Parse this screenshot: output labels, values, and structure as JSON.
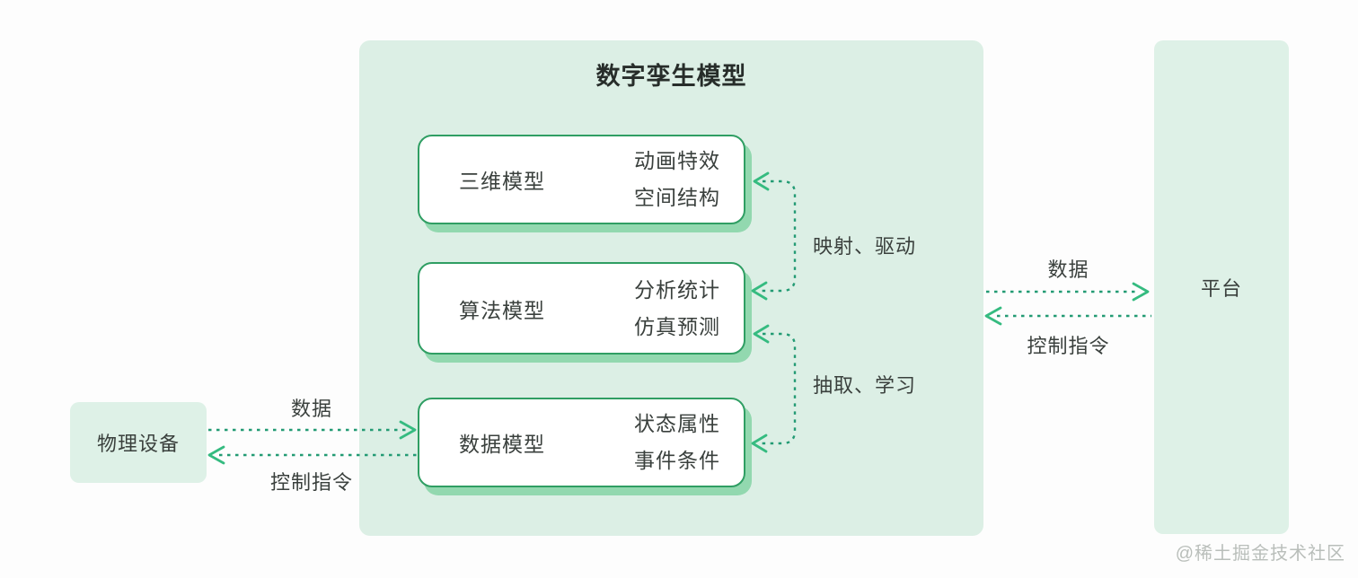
{
  "diagram": {
    "container": {
      "title": "数字孪生模型"
    },
    "boxes": [
      {
        "title": "三维模型",
        "feature_1": "动画特效",
        "feature_2": "空间结构"
      },
      {
        "title": "算法模型",
        "feature_1": "分析统计",
        "feature_2": "仿真预测"
      },
      {
        "title": "数据模型",
        "feature_1": "状态属性",
        "feature_2": "事件条件"
      }
    ],
    "left_node": {
      "label": "物理设备"
    },
    "right_node": {
      "label": "平台"
    },
    "edges": {
      "left_data": "数据",
      "left_control": "控制指令",
      "right_data": "数据",
      "right_control": "控制指令",
      "bracket_top": "映射、驱动",
      "bracket_bottom": "抽取、学习"
    },
    "watermark": "@稀土掘金技术社区",
    "colors": {
      "container_fill": "#dcefe5",
      "node_fill": "#def1e7",
      "box_border": "#2f9e63",
      "box_shadow": "#92d8af",
      "dash_line": "#239b74",
      "arrow_head": "#35bb80",
      "text_dark": "#3a403d",
      "watermark_gray": "#b9beba"
    }
  }
}
